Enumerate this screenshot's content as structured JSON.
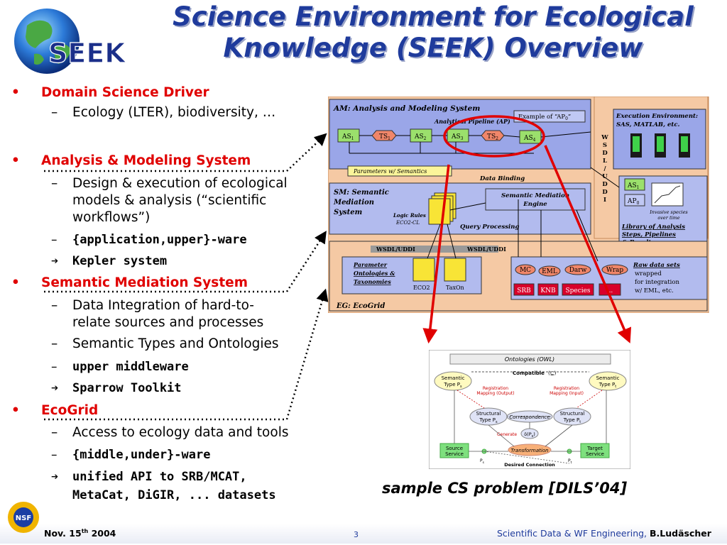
{
  "title": {
    "line1": "Science Environment for Ecological",
    "line2": "Knowledge (SEEK) Overview"
  },
  "logo": {
    "text": "SEEK"
  },
  "bullets": {
    "dss": {
      "label": "Domain Science Driver",
      "sub1": "Ecology (LTER), biodiversity, …"
    },
    "ams": {
      "label": "Analysis & Modeling System",
      "sub1a": "Design & execution of ecological",
      "sub1b": "models & analysis (“scientific",
      "sub1c": "workflows”)",
      "sub2": "{application,upper}-ware",
      "sub3": "Kepler system"
    },
    "sms": {
      "label": "Semantic Mediation System",
      "sub1a": "Data Integration of hard-to-",
      "sub1b": "relate sources and processes",
      "sub2": "Semantic Types and Ontologies",
      "sub3": "upper middleware",
      "sub4": "Sparrow Toolkit"
    },
    "eco": {
      "label": "EcoGrid",
      "sub1": "Access to ecology data and tools",
      "sub2": "{middle,under}-ware",
      "sub3a": "unified API to SRB/MCAT,",
      "sub3b": "MetaCat, DiGIR, ... datasets"
    }
  },
  "diagram": {
    "am_title": "AM: Analysis and Modeling System",
    "pipeline": "Analytical Pipeline (AP)",
    "example": "Example of “AP",
    "example_sub": "0",
    "example_end": "”",
    "as1": "AS",
    "as1_sub": "1",
    "ts1": "TS",
    "ts1_sub": "1",
    "as2": "AS",
    "as2_sub": "2",
    "as3": "AS",
    "as3_sub": "3",
    "ts2": "TS",
    "ts2_sub": "2",
    "as4": "AS",
    "as4_sub": "4",
    "params": "Parameters w/ Semantics",
    "databinding": "Data Binding",
    "exec_title": "Execution Environment:",
    "exec_sub": "SAS, MATLAB, etc.",
    "wsdl_vertical": [
      "W",
      "S",
      "D",
      "L",
      "/",
      "U",
      "D",
      "D",
      "I"
    ],
    "sm_title1": "SM: Semantic",
    "sm_title2": "Mediation",
    "sm_title3": "System",
    "logic_rules": "Logic Rules",
    "eco2cl": "ECO2-CL",
    "sme1": "Semantic Mediation",
    "sme2": "Engine",
    "query": "Query Processing",
    "lib_as": "AS",
    "lib_as_sub": "1",
    "lib_ap": "AP",
    "lib_ap_sub": "0",
    "invasive1": "Invasive species",
    "invasive2": "over time",
    "lib1": "Library of Analysis",
    "lib2": "Steps, Pipelines",
    "lib3": "& Results",
    "wsdl1": "WSDL/UDDI",
    "wsdl2": "WSDL/UDDI",
    "param_ont1": "Parameter",
    "param_ont2": "Ontologies &",
    "param_ont3": "Taxonomies",
    "eco2": "ECO2",
    "taxon": "TaxOn",
    "mc": "MC",
    "eml": "EML",
    "darw": "Darw",
    "wrap": "Wrap",
    "srb": "SRB",
    "knb": "KNB",
    "species": "Species",
    "dots": "...",
    "raw1": "Raw data sets",
    "raw2": "wrapped",
    "raw3": "for integration",
    "raw4": "w/ EML, etc.",
    "eg": "EG: EcoGrid"
  },
  "cs": {
    "ontologies": "Ontologies (OWL)",
    "compatible": "Compatible",
    "subset": "(⊑)",
    "semL1": "Semantic",
    "semL2": "Type P",
    "semL2_sub": "s",
    "semR1": "Semantic",
    "semR2": "Type P",
    "semR2_sub": "t",
    "regOut1": "Registration",
    "regOut2": "Mapping (Output)",
    "regIn1": "Registration",
    "regIn2": "Mapping (Input)",
    "strL1": "Structural",
    "strL2": "Type P",
    "strL2_sub": "s",
    "strR1": "Structural",
    "strR2": "Type P",
    "strR2_sub": "t",
    "corr": "Correspondence",
    "generate": "Generate",
    "dp": "δ(P",
    "dp_sub": "s",
    "dp_end": ")",
    "src1": "Source",
    "src2": "Service",
    "trans": "Transformation",
    "tgt1": "Target",
    "tgt2": "Service",
    "ps": "P",
    "ps_sub": "s",
    "pt": "P",
    "pt_sub": "t",
    "desired": "Desired Connection"
  },
  "cs_caption": "sample CS problem [DILS’04]",
  "footer": {
    "date": "Nov. 15",
    "date_sup": "th",
    "date_year": " 2004",
    "page": "3",
    "credit": "Scientific Data & WF Engineering, ",
    "author": "B.Ludäscher"
  },
  "colors": {
    "title": "#1f3b9c",
    "accent": "#e00000",
    "diagram_bg": "#f5c9a4",
    "am_box": "#9aa6e8",
    "sm_box": "#b2bbee",
    "arrow": "#e00000"
  }
}
